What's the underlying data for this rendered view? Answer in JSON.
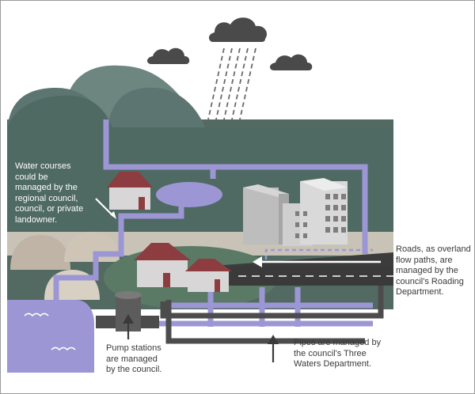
{
  "annotations": {
    "water_courses": [
      "Water courses",
      "could be",
      "managed by the",
      "regional council,",
      "council, or private",
      "landowner."
    ],
    "roads": [
      "Roads, as overland",
      "flow paths, are",
      "managed by the",
      "council's Roading",
      "Department."
    ],
    "pump_stations": [
      "Pump stations",
      "are managed",
      "by the council."
    ],
    "pipes": [
      "Pipes are managed by",
      "the council's Three",
      "Waters Department."
    ]
  },
  "colors": {
    "hill": "#576f69",
    "hill_light": "#7a908a",
    "ground": "#536a63",
    "water": "#9c97d4",
    "pipe_dark": "#4c4c4c",
    "road": "#3a3a3a",
    "cloud": "#4a4a4a",
    "building": "#c9c9c9",
    "roof": "#8d3c40",
    "wall": "#d8d6d6",
    "dome": "#bfb4a6"
  },
  "icons": [
    "rain-cloud-icon",
    "cloud-icon",
    "arrow-icon"
  ]
}
